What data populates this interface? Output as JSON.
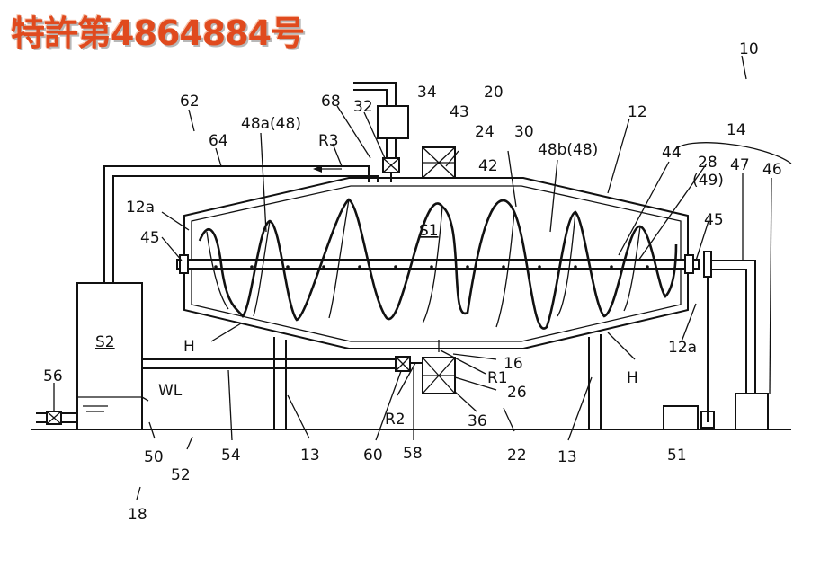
{
  "title": "特許第4864884号",
  "labels": {
    "l10": "10",
    "l62": "62",
    "l64": "64",
    "l68": "68",
    "l32": "32",
    "l34": "34",
    "l20": "20",
    "l43": "43",
    "l24": "24",
    "l30": "30",
    "l12": "12",
    "l14": "14",
    "l48a": "48a(48)",
    "lR3": "R3",
    "l42": "42",
    "l48b": "48b(48)",
    "l44": "44",
    "l28": "28",
    "l49": "(49)",
    "l47": "47",
    "l46": "46",
    "l12a_left": "12a",
    "lS1": "S1",
    "l45_left": "45",
    "l45_right": "45",
    "lS2": "S2",
    "lH_left": "H",
    "lH_right": "H",
    "l12a_right": "12a",
    "l16": "16",
    "lR1": "R1",
    "l26": "26",
    "lWL": "WL",
    "l56": "56",
    "lR2": "R2",
    "l36": "36",
    "l50": "50",
    "l52": "52",
    "l54": "54",
    "l13_a": "13",
    "l60": "60",
    "l58": "58",
    "l22": "22",
    "l13_b": "13",
    "l51": "51",
    "l18": "18"
  }
}
